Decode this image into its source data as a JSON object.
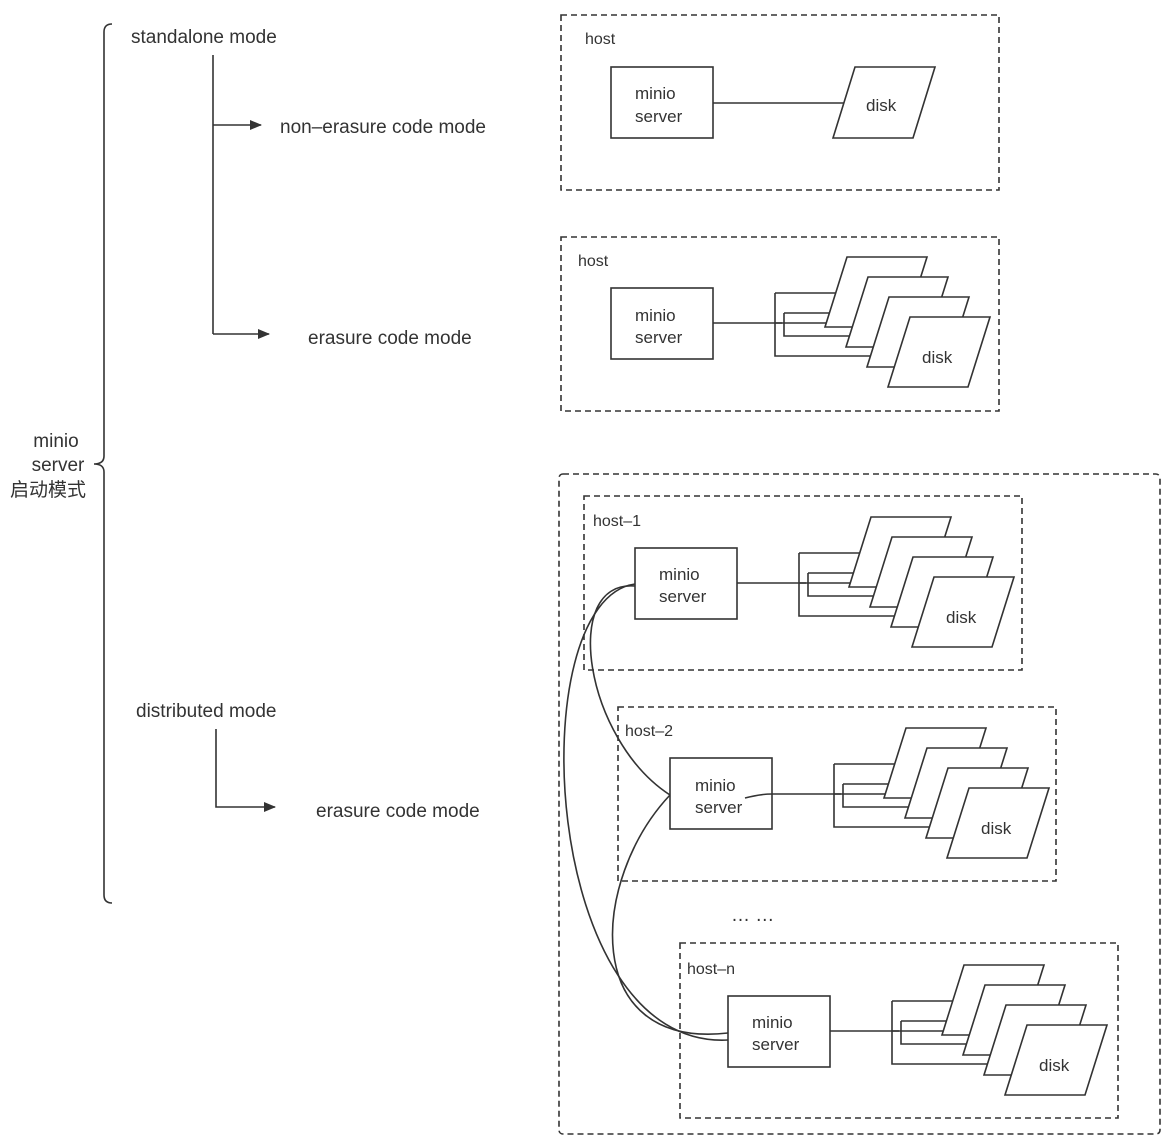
{
  "root": {
    "line1": "minio",
    "line2": "server",
    "line3": "启动模式"
  },
  "modes": {
    "standalone": {
      "label": "standalone mode",
      "branches": [
        "non–erasure code mode",
        "erasure code mode"
      ]
    },
    "distributed": {
      "label": "distributed mode",
      "branches": [
        "erasure code mode"
      ]
    }
  },
  "server_label": {
    "line1": "minio",
    "line2": "server"
  },
  "disk_label": "disk",
  "hosts": {
    "standalone_non_ec": "host",
    "standalone_ec": "host",
    "distributed": [
      "host–1",
      "host–2",
      "host–n"
    ]
  },
  "ellipsis": "… …"
}
